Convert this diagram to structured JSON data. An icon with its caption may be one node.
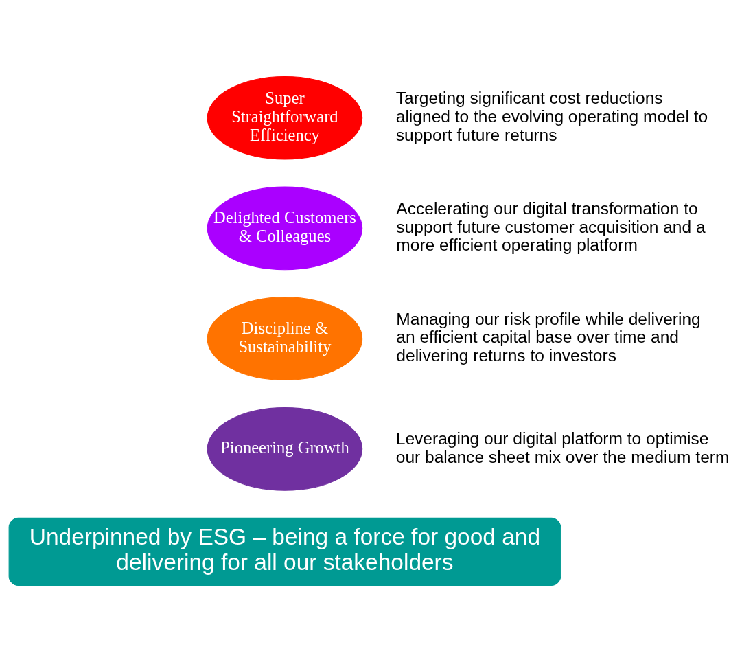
{
  "diagram": {
    "nodes": [
      {
        "text": [
          "Super Straightforward Efficiency"
        ],
        "beside": [
          "Targeting significant cost reductions aligned to the evolving operating model to support future returns"
        ]
      },
      {
        "text": [
          "Delighted Customers & Colleagues"
        ],
        "beside": [
          "Accelerating our digital transformation to support future customer acquisition and a more efficient operating platform"
        ]
      },
      {
        "text": [
          "Discipline & Sustainability"
        ],
        "beside": [
          "Managing our risk profile while delivering an efficient capital base over time and delivering returns to investors"
        ]
      },
      {
        "text": [
          "Pioneering Growth"
        ],
        "beside": [
          "Leveraging our digital platform to optimise our balance sheet mix over the medium term"
        ]
      },
      {
        "text": [
          "Underpinned by ESG – being a force for good and delivering for all our stakeholders"
        ]
      }
    ]
  }
}
